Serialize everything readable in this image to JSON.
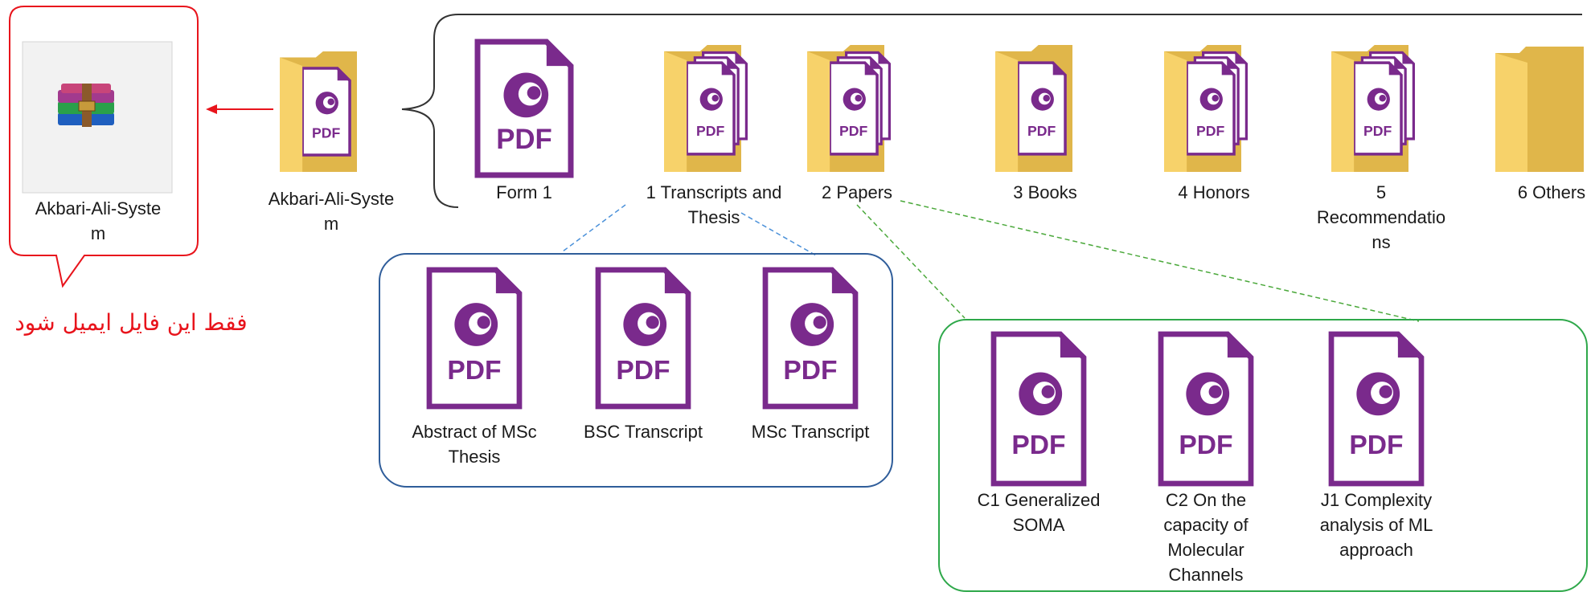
{
  "colors": {
    "pdf_purple": "#7a2a8c",
    "folder_yellow": "#f7d26a",
    "folder_dark": "#e0b64a",
    "archive_box_border": "#e8141c",
    "transcripts_box_border": "#2f5d9a",
    "papers_box_border": "#2ea84a"
  },
  "archive": {
    "icon": "winrar-archive-icon",
    "label_line1": "Akbari-Ali-Syste",
    "label_line2": "m",
    "note": "فقط این فایل ایمیل شود"
  },
  "root_folder": {
    "icon": "pdf-folder-icon",
    "label_line1": "Akbari-Ali-Syste",
    "label_line2": "m"
  },
  "pdf_badge": "PDF",
  "top_items": [
    {
      "label_lines": [
        "Form 1"
      ],
      "icon": "pdf-file-icon"
    },
    {
      "label_lines": [
        "1 Transcripts and",
        "Thesis"
      ],
      "icon": "pdf-folder-icon"
    },
    {
      "label_lines": [
        "2 Papers"
      ],
      "icon": "pdf-folder-icon"
    },
    {
      "label_lines": [
        "3 Books"
      ],
      "icon": "pdf-folder-icon"
    },
    {
      "label_lines": [
        "4 Honors"
      ],
      "icon": "pdf-folder-icon"
    },
    {
      "label_lines": [
        "5",
        "Recommendatio",
        "ns"
      ],
      "icon": "pdf-folder-icon"
    },
    {
      "label_lines": [
        "6 Others"
      ],
      "icon": "folder-icon"
    }
  ],
  "transcripts_files": [
    {
      "label_lines": [
        "Abstract of MSc",
        "Thesis"
      ]
    },
    {
      "label_lines": [
        "BSC Transcript"
      ]
    },
    {
      "label_lines": [
        "MSc Transcript"
      ]
    }
  ],
  "papers_files": [
    {
      "label_lines": [
        "C1 Generalized",
        "SOMA"
      ]
    },
    {
      "label_lines": [
        "C2 On the",
        "capacity of",
        "Molecular",
        "Channels"
      ]
    },
    {
      "label_lines": [
        "J1 Complexity",
        "analysis of ML",
        "approach"
      ]
    }
  ]
}
